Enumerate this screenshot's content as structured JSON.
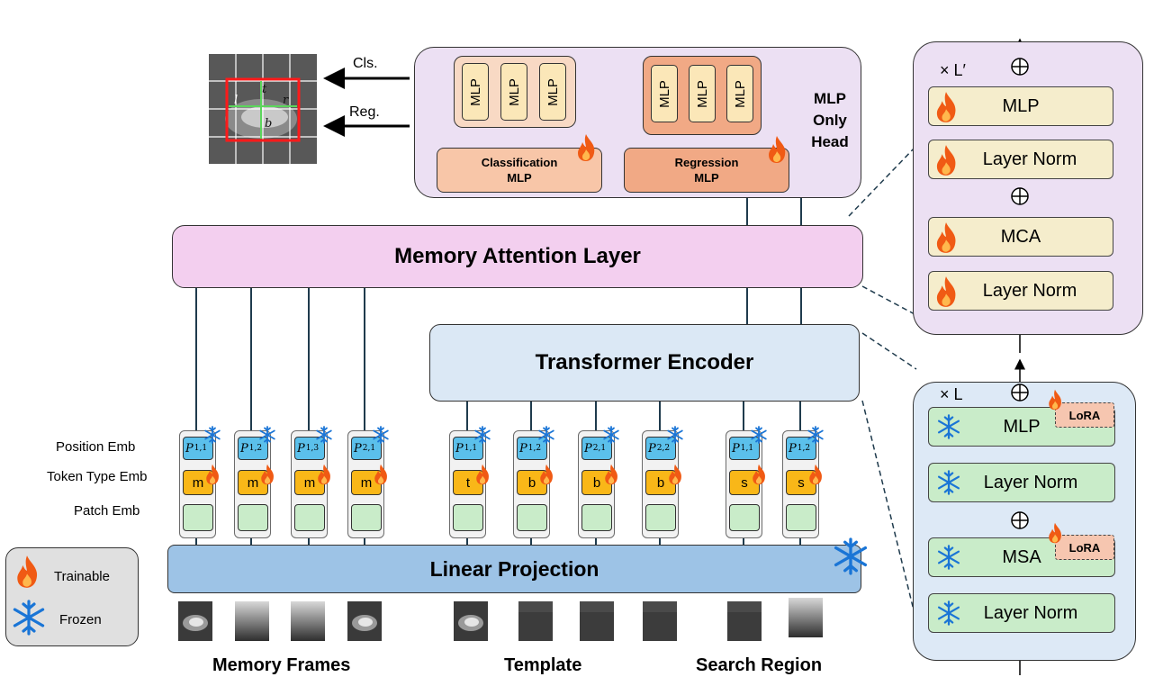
{
  "head": {
    "cls_label": "Cls.",
    "reg_label": "Reg.",
    "grid_labels": {
      "t": "t",
      "l": "l",
      "r": "r",
      "b": "b"
    },
    "mlp_label": "MLP",
    "classification": "Classification\nMLP",
    "regression": "Regression\nMLP",
    "title": "MLP\nOnly\nHead"
  },
  "memory_attention": "Memory Attention Layer",
  "transformer_encoder": "Transformer Encoder",
  "linear_projection": "Linear Projection",
  "row_labels": {
    "position": "Position Emb",
    "token": "Token Type Emb",
    "patch": "Patch Emb"
  },
  "tokens": [
    {
      "base": "P",
      "sup": "1,1",
      "type": "m"
    },
    {
      "base": "P",
      "sup": "1,2",
      "type": "m"
    },
    {
      "base": "P",
      "sup": "1,3",
      "type": "m"
    },
    {
      "base": "P",
      "sup": "2,1",
      "type": "m"
    },
    {
      "base": "P",
      "sup": "1,1",
      "type": "t"
    },
    {
      "base": "P",
      "sup": "1,2",
      "type": "b"
    },
    {
      "base": "P",
      "sup": "2,1",
      "type": "b"
    },
    {
      "base": "P",
      "sup": "2,2",
      "type": "b"
    },
    {
      "base": "P",
      "sup": "1,1",
      "type": "s"
    },
    {
      "base": "P",
      "sup": "1,2",
      "type": "s"
    }
  ],
  "group_labels": {
    "memory": "Memory Frames",
    "template": "Template",
    "search": "Search Region"
  },
  "legend": {
    "trainable": "Trainable",
    "frozen": "Frozen"
  },
  "upper_block": {
    "repeat": "× L′",
    "items": [
      "MLP",
      "Layer Norm",
      "MCA",
      "Layer Norm"
    ]
  },
  "lower_block": {
    "repeat": "× L",
    "items": [
      "MLP",
      "Layer Norm",
      "MSA",
      "Layer Norm"
    ],
    "lora": "LoRA"
  },
  "colors": {
    "pink": "#f3cfef",
    "light_blue": "#dbe8f5",
    "proj_blue": "#9dc3e6",
    "cream": "#f5edcc",
    "green": "#c9ecc9",
    "purple_bg": "#ece0f3",
    "lower_bg": "#dde9f6"
  }
}
